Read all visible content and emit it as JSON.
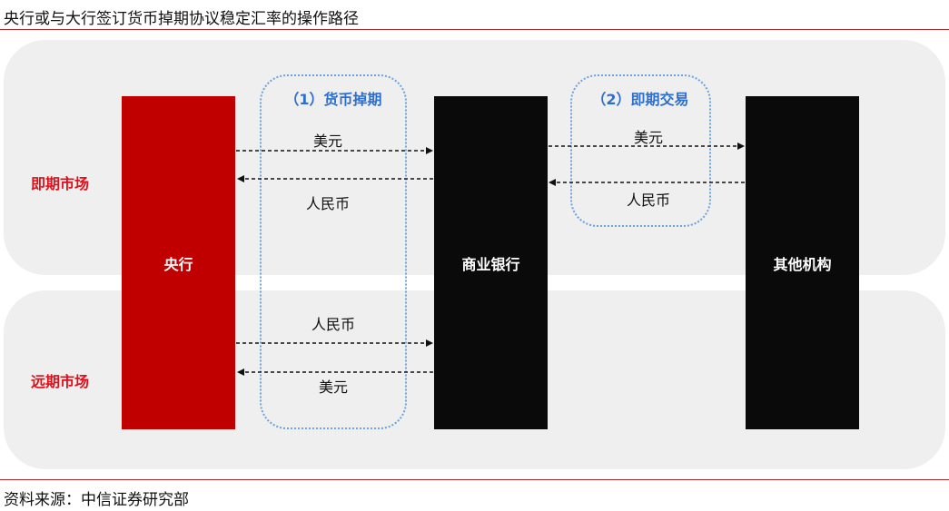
{
  "title": "央行或与大行签订货币掉期协议稳定汇率的操作路径",
  "source": "资料来源：中信证券研究部",
  "markets": {
    "spot": "即期市场",
    "forward": "远期市场"
  },
  "boxes": {
    "swap": "（1）货币掉期",
    "spot_trade": "（2）即期交易"
  },
  "entities": {
    "central_bank": "央行",
    "commercial_bank": "商业银行",
    "other_institutions": "其他机构"
  },
  "flows": {
    "spot_cb_to_bank": "美元",
    "spot_bank_to_cb": "人民币",
    "spot_bank_to_other": "美元",
    "spot_other_to_bank": "人民币",
    "fwd_cb_to_bank": "人民币",
    "fwd_bank_to_cb": "美元"
  },
  "colors": {
    "rule": "#b5282d",
    "market_label": "#e0101a",
    "central_bank": "#c00000",
    "entity_dark": "#0a0a0a",
    "dotted_border": "#6aa2de",
    "box_title": "#2d6fcf",
    "band": "#efefef"
  }
}
